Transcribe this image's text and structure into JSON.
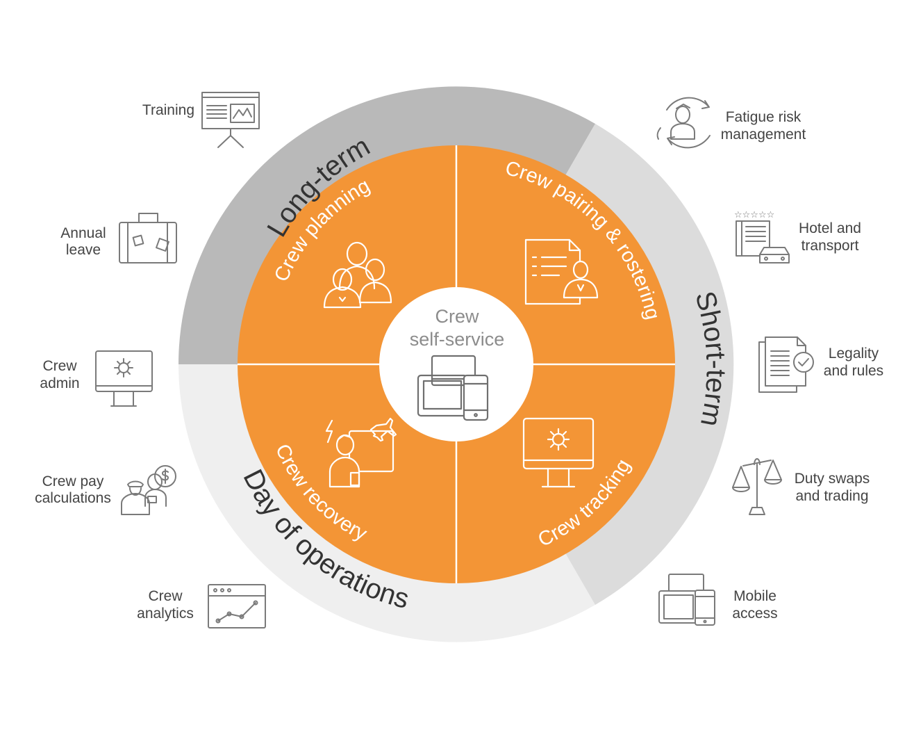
{
  "rings": {
    "long_term": "Long-term",
    "short_term": "Short-term",
    "day_of_operations": "Day of operations"
  },
  "quadrants": {
    "crew_planning": "Crew planning",
    "crew_pairing_rostering": "Crew pairing & rostering",
    "crew_recovery": "Crew recovery",
    "crew_tracking": "Crew tracking"
  },
  "center": {
    "line1": "Crew",
    "line2": "self-service"
  },
  "left_items": [
    {
      "lines": [
        "Training"
      ],
      "icon": "training-board-icon"
    },
    {
      "lines": [
        "Annual",
        "leave"
      ],
      "icon": "suitcase-icon"
    },
    {
      "lines": [
        "Crew",
        "admin"
      ],
      "icon": "monitor-gear-icon"
    },
    {
      "lines": [
        "Crew pay",
        "calculations"
      ],
      "icon": "crew-pay-icon"
    },
    {
      "lines": [
        "Crew",
        "analytics"
      ],
      "icon": "analytics-chart-icon"
    }
  ],
  "right_items": [
    {
      "lines": [
        "Fatigue risk",
        "management"
      ],
      "icon": "fatigue-cycle-icon"
    },
    {
      "lines": [
        "Hotel and",
        "transport"
      ],
      "icon": "hotel-car-icon"
    },
    {
      "lines": [
        "Legality",
        "and rules"
      ],
      "icon": "document-check-icon"
    },
    {
      "lines": [
        "Duty swaps",
        "and trading"
      ],
      "icon": "scales-icon"
    },
    {
      "lines": [
        "Mobile",
        "access"
      ],
      "icon": "devices-icon"
    }
  ],
  "colors": {
    "orange": "#f39536",
    "dark_gray": "#b9b9b9",
    "mid_gray": "#dcdcdc",
    "light_gray": "#efefef"
  }
}
